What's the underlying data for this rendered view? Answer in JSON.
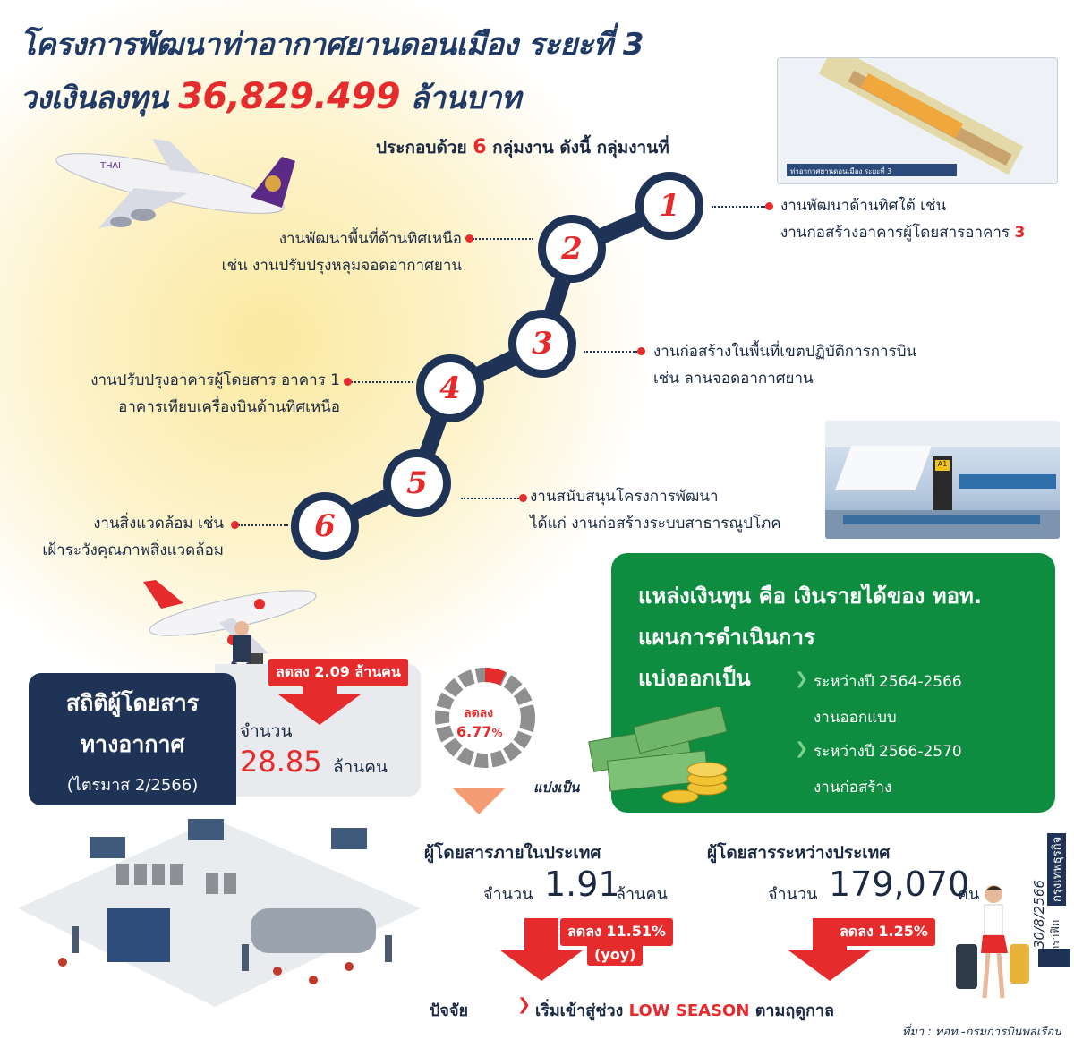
{
  "title": {
    "line1": "โครงการพัฒนาท่าอากาศยานดอนเมือง ระยะที่ 3",
    "line2_prefix": "วงเงินลงทุน",
    "amount": "36,829.499",
    "line2_suffix": "ล้านบาท"
  },
  "intro": {
    "prefix": "ประกอบด้วย",
    "count": "6",
    "suffix": "กลุ่มงาน ดังนี้  กลุ่มงานที่"
  },
  "groups": [
    {
      "num": "1",
      "line1": "งานพัฒนาด้านทิศใต้ เช่น",
      "line2": "งานก่อสร้างอาคารผู้โดยสารอาคาร",
      "line2_num": "3"
    },
    {
      "num": "2",
      "line1": "งานพัฒนาพื้นที่ด้านทิศเหนือ",
      "line2": "เช่น งานปรับปรุงหลุมจอดอากาศยาน"
    },
    {
      "num": "3",
      "line1": "งานก่อสร้างในพื้นที่เขตปฏิบัติการการบิน",
      "line2": "เช่น ลานจอดอากาศยาน"
    },
    {
      "num": "4",
      "line1": "งานปรับปรุงอาคารผู้โดยสาร อาคาร 1",
      "line2": "อาคารเทียบเครื่องบินด้านทิศเหนือ"
    },
    {
      "num": "5",
      "line1": "งานสนับสนุนโครงการพัฒนา",
      "line2": "ได้แก่ งานก่อสร้างระบบสาธารณูปโภค"
    },
    {
      "num": "6",
      "line1": "งานสิ่งแวดล้อม เช่น",
      "line2": "เฝ้าระวังคุณภาพสิ่งแวดล้อม"
    }
  ],
  "funding": {
    "line1": "แหล่งเงินทุน คือ เงินรายได้ของ ทอท.",
    "line2": "แผนการดำเนินการ",
    "line3": "แบ่งออกเป็น",
    "phase1_period": "ระหว่างปี 2564-2566",
    "phase1_work": "งานออกแบบ",
    "phase2_period": "ระหว่างปี 2566-2570",
    "phase2_work": "งานก่อสร้าง"
  },
  "stats": {
    "label_line1": "สถิติผู้โดยสาร",
    "label_line2": "ทางอากาศ",
    "label_line3": "(ไตรมาส 2/2566)",
    "decrease_tag": "ลดลง 2.09 ล้านคน",
    "total_prefix": "จำนวน",
    "total_value": "28.85",
    "total_unit": "ล้านคน",
    "gauge_label": "ลดลง",
    "gauge_value": "6.77",
    "gauge_unit": "%",
    "gauge_fraction": 0.0677,
    "split_label": "แบ่งเป็น"
  },
  "domestic": {
    "title": "ผู้โดยสารภายในประเทศ",
    "prefix": "จำนวน",
    "value": "1.91",
    "unit": "ล้านคน",
    "tag": "ลดลง 11.51%",
    "tag2": "(yoy)"
  },
  "international": {
    "title": "ผู้โดยสารระหว่างประเทศ",
    "prefix": "จำนวน",
    "value": "179,070",
    "unit": "คน",
    "tag": "ลดลง 1.25%"
  },
  "factor": {
    "label": "ปัจจัย",
    "text_prefix": "เริ่มเข้าสู่ช่วง",
    "highlight": "LOW SEASON",
    "text_suffix": "ตามฤดูกาล"
  },
  "credit": {
    "date": "30/8/2566",
    "paper": "กรุงเทพธุรกิจ",
    "graphic": "กราฟิก"
  },
  "source": "ที่มา : ทอท.-กรมการบินพลเรือน",
  "map_caption": "ท่าอากาศยานดอนเมือง ระยะที่ 3",
  "photo_sign": "A1",
  "airline_logo": "THAI",
  "colors": {
    "navy": "#1e3355",
    "red": "#e52b2b",
    "green": "#0e8c3f"
  }
}
